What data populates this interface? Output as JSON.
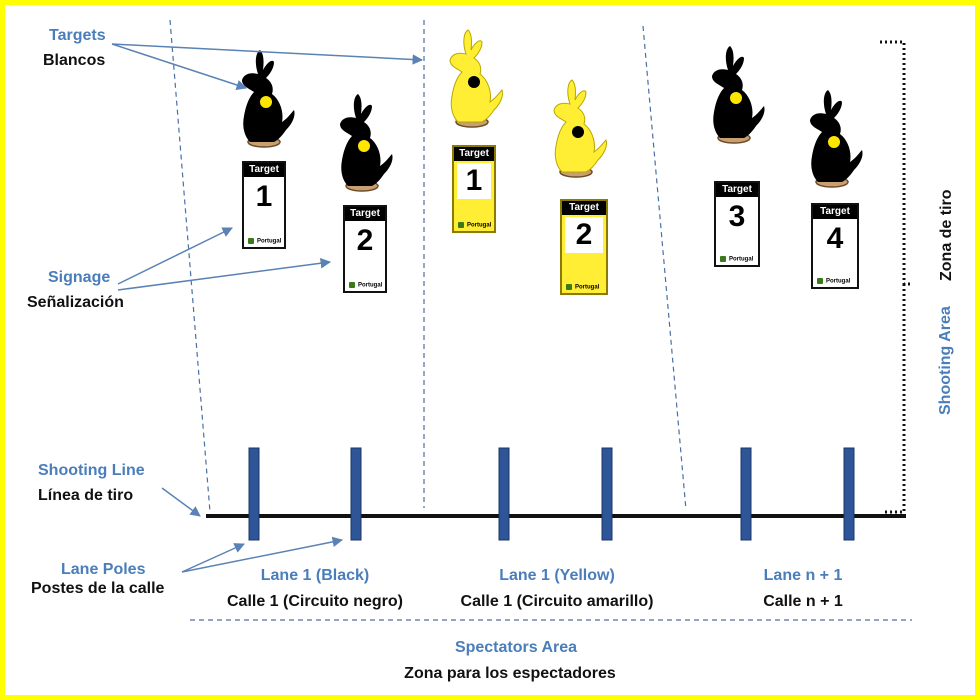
{
  "labels": {
    "targets": "Targets",
    "targets_es": "Blancos",
    "signage": "Signage",
    "signage_es": "Señalización",
    "shooting_line": "Shooting Line",
    "shooting_line_es": "Línea de tiro",
    "lane_poles": "Lane Poles",
    "lane_poles_es": "Postes de la calle",
    "shooting_area": "Shooting Area",
    "shooting_area_es": "Zona de tiro",
    "spectators": "Spectators Area",
    "spectators_es": "Zona para los espectadores"
  },
  "lanes": [
    {
      "name": "Lane 1 (Black)",
      "name_es": "Calle 1 (Circuito negro)"
    },
    {
      "name": "Lane 1 (Yellow)",
      "name_es": "Calle 1 (Circuito amarillo)"
    },
    {
      "name": "Lane n + 1",
      "name_es": "Calle n + 1"
    }
  ],
  "signs": [
    {
      "header": "Target",
      "number": "1",
      "footer": "Portugal"
    },
    {
      "header": "Target",
      "number": "2",
      "footer": "Portugal"
    },
    {
      "header": "Target",
      "number": "1",
      "footer": "Portugal"
    },
    {
      "header": "Target",
      "number": "2",
      "footer": "Portugal"
    },
    {
      "header": "Target",
      "number": "3",
      "footer": "Portugal"
    },
    {
      "header": "Target",
      "number": "4",
      "footer": "Portugal"
    }
  ],
  "colors": {
    "frame": "#ffff00",
    "label_blue": "#4a7ebb",
    "pole": "#2e5597",
    "target_black": "#000000",
    "target_yellow": "#ffee33",
    "target_dot_black": "#ffe600"
  }
}
